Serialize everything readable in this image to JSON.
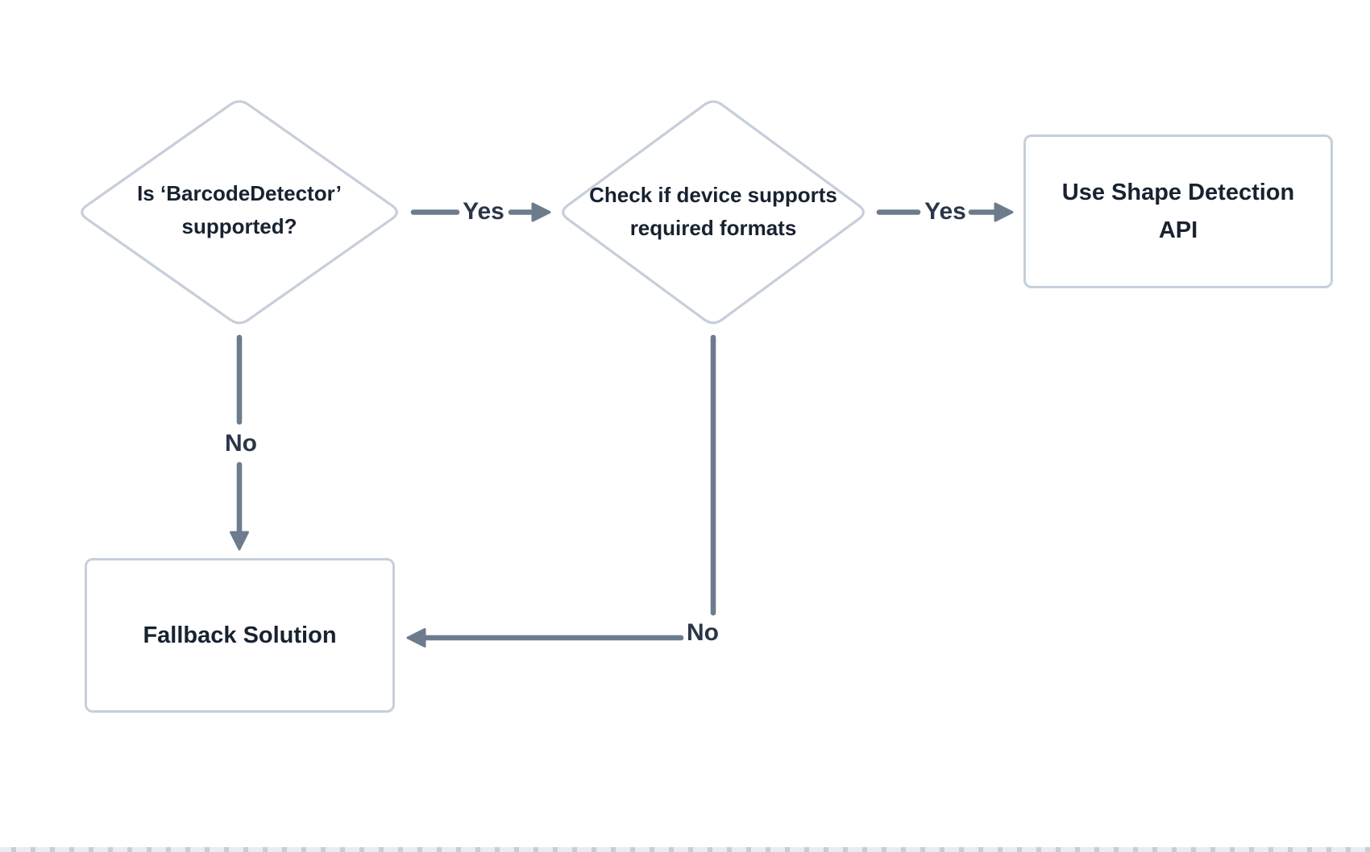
{
  "diagram": {
    "type": "flowchart",
    "nodes": {
      "supported": {
        "shape": "decision",
        "lines": [
          "Is ‘BarcodeDetector’",
          "supported?"
        ]
      },
      "formats": {
        "shape": "decision",
        "lines": [
          "Check if device supports",
          "required formats"
        ]
      },
      "use_api": {
        "shape": "process",
        "lines": [
          "Use Shape Detection",
          "API"
        ]
      },
      "fallback": {
        "shape": "process",
        "lines": [
          "Fallback Solution"
        ]
      }
    },
    "edges": {
      "supported_yes": {
        "from": "supported",
        "to": "formats",
        "label": "Yes"
      },
      "formats_yes": {
        "from": "formats",
        "to": "use_api",
        "label": "Yes"
      },
      "supported_no": {
        "from": "supported",
        "to": "fallback",
        "label": "No"
      },
      "formats_no": {
        "from": "formats",
        "to": "fallback",
        "label": "No"
      }
    },
    "colors": {
      "node_border": "#c6cfda",
      "node_fill": "#ffffff",
      "connector": "#6d7c8d",
      "node_text": "#182230",
      "label_text": "#2b3648",
      "footer_band": "#e9ecf1",
      "footer_mark": "#c7ced8"
    }
  }
}
